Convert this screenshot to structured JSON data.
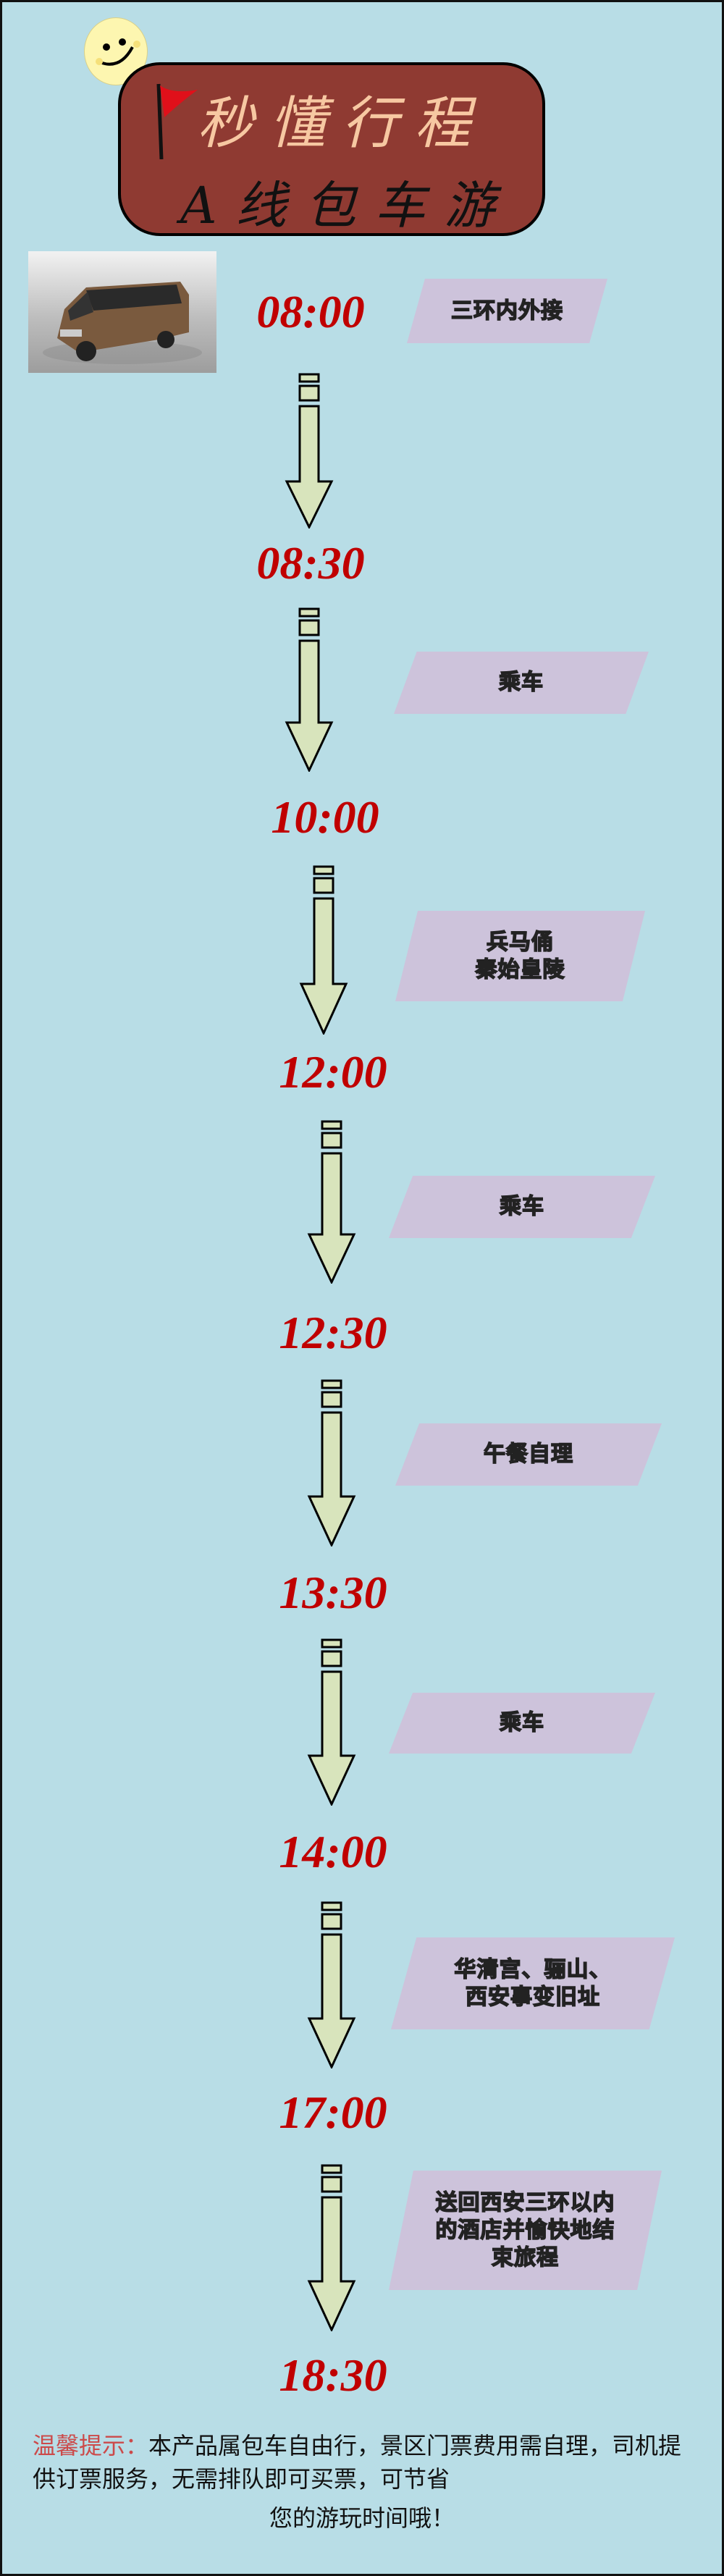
{
  "header": {
    "title_line1": "秒懂行程",
    "title_line2": "A线包车游"
  },
  "colors": {
    "background": "#b8dde6",
    "header_box": "#8f3a32",
    "time": "#c00000",
    "label_box": "#cdc3db",
    "arrow": "#d8e4bc",
    "hint": "#cc4a4a"
  },
  "schedule": {
    "times": [
      "08:00",
      "08:30",
      "10:00",
      "12:00",
      "12:30",
      "13:30",
      "14:00",
      "17:00",
      "18:30"
    ],
    "activities": [
      {
        "line1": "三环内外接",
        "line2": ""
      },
      {
        "line1": "乘车",
        "line2": ""
      },
      {
        "line1": "兵马俑",
        "line2": "秦始皇陵"
      },
      {
        "line1": "乘车",
        "line2": ""
      },
      {
        "line1": "午餐自理",
        "line2": ""
      },
      {
        "line1": "乘车",
        "line2": ""
      },
      {
        "line1": "华清宫、骊山、",
        "line2": "西安事变旧址"
      },
      {
        "line1": "送回西安三环以内",
        "line2": "的酒店并愉快地结",
        "line3": "束旅程"
      }
    ]
  },
  "footer": {
    "hint_label": "温馨提示：",
    "text": "本产品属包车自由行，景区门票费用需自理，司机提供订票服务，无需排队即可买票，可节省",
    "last_line": "您的游玩时间哦！"
  }
}
